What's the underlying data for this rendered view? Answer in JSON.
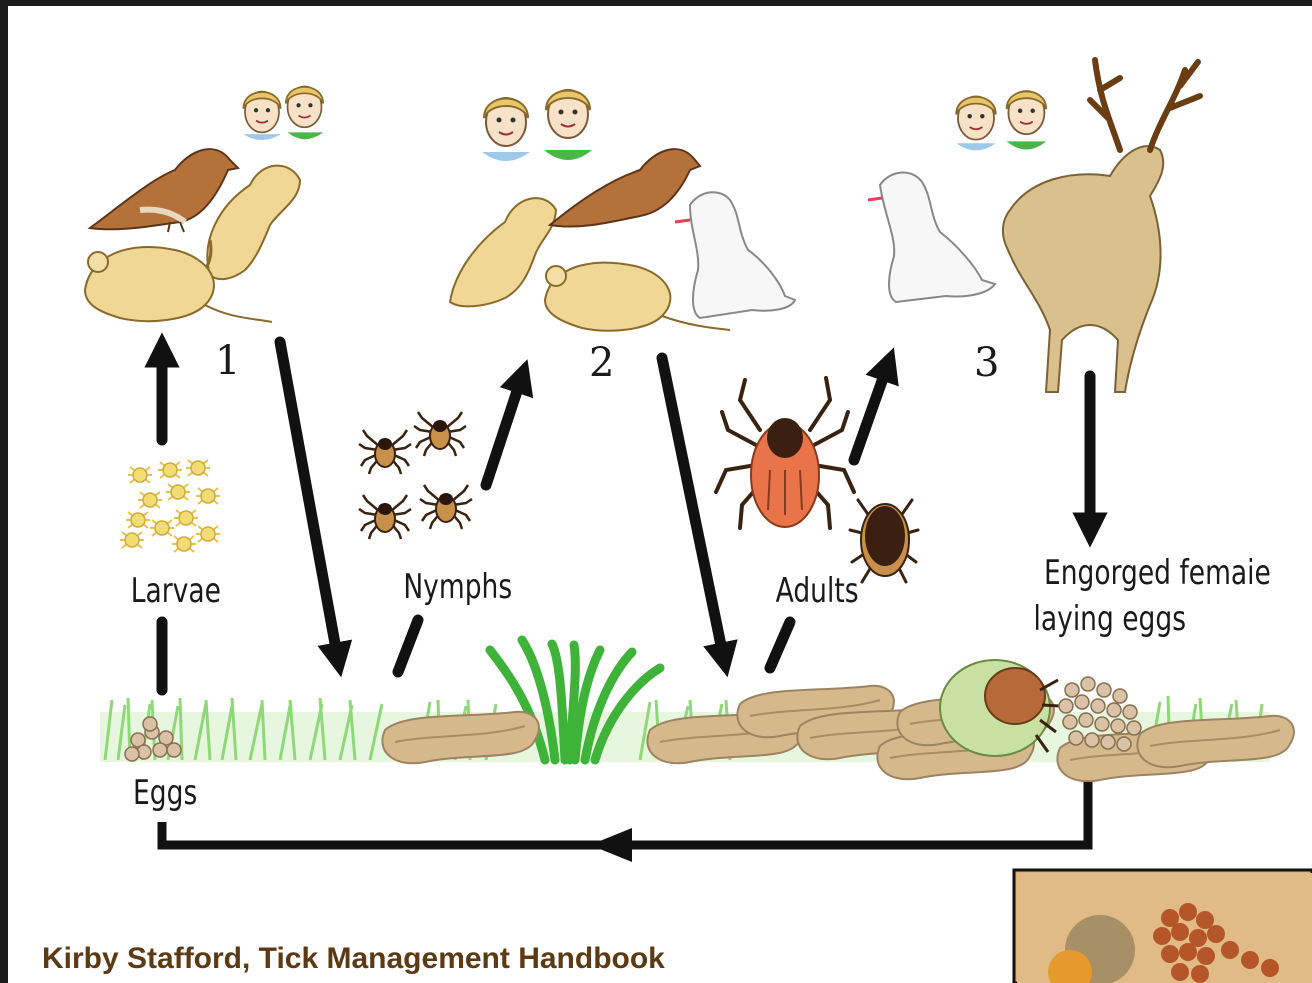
{
  "stages": [
    {
      "number": "1"
    },
    {
      "number": "2"
    },
    {
      "number": "3"
    }
  ],
  "labels": {
    "larvae": "Larvae",
    "nymphs": "Nymphs",
    "adults": "Adults",
    "engorged_line1": "Engorged femaie",
    "engorged_line2": "laying eggs",
    "eggs": "Eggs"
  },
  "credit": "Kirby Stafford, Tick Management Handbook",
  "colors": {
    "arrow": "#111111",
    "grass": "#8fd878",
    "leaf": "#d6bb8e",
    "larva": "#f0d870",
    "tick_adult": "#e9744a",
    "tick_dark": "#3b1f10",
    "credit_text": "#5b3a14"
  }
}
